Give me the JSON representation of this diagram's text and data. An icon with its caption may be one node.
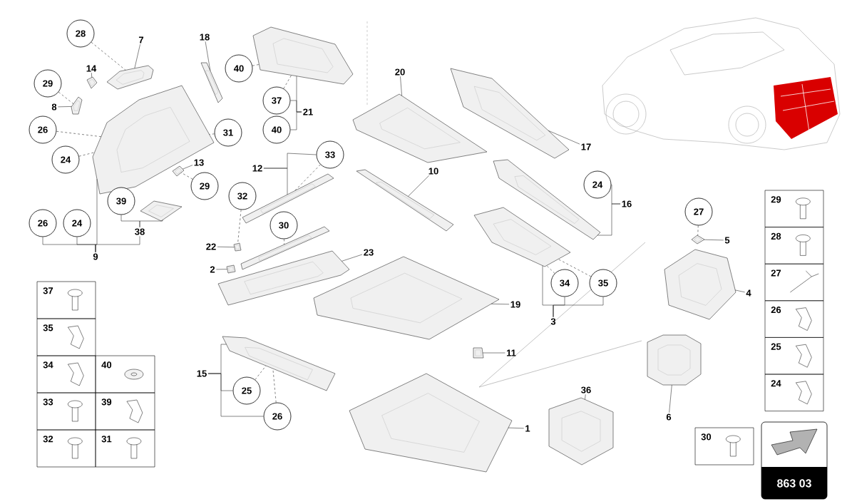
{
  "diagram": {
    "nodes": [
      {
        "text": [
          "28"
        ]
      },
      {
        "text": [
          "7"
        ]
      },
      {
        "text": [
          "14"
        ]
      },
      {
        "text": [
          "29"
        ]
      },
      {
        "text": [
          "8"
        ]
      },
      {
        "text": [
          "26"
        ]
      },
      {
        "text": [
          "24"
        ]
      },
      {
        "text": [
          "18"
        ]
      },
      {
        "text": [
          "40"
        ]
      },
      {
        "text": [
          "37"
        ]
      },
      {
        "text": [
          "40"
        ]
      },
      {
        "text": [
          "21"
        ]
      },
      {
        "text": [
          "31"
        ]
      },
      {
        "text": [
          "13"
        ]
      },
      {
        "text": [
          "29"
        ]
      },
      {
        "text": [
          "39"
        ]
      },
      {
        "text": [
          "38"
        ]
      },
      {
        "text": [
          "26"
        ]
      },
      {
        "text": [
          "24"
        ]
      },
      {
        "text": [
          "9"
        ]
      },
      {
        "text": [
          "20"
        ]
      },
      {
        "text": [
          "17"
        ]
      },
      {
        "text": [
          "33"
        ]
      },
      {
        "text": [
          "12"
        ]
      },
      {
        "text": [
          "10"
        ]
      },
      {
        "text": [
          "24"
        ]
      },
      {
        "text": [
          "16"
        ]
      },
      {
        "text": [
          "32"
        ]
      },
      {
        "text": [
          "30"
        ]
      },
      {
        "text": [
          "22"
        ]
      },
      {
        "text": [
          "2"
        ]
      },
      {
        "text": [
          "23"
        ]
      },
      {
        "text": [
          "27"
        ]
      },
      {
        "text": [
          "5"
        ]
      },
      {
        "text": [
          "34"
        ]
      },
      {
        "text": [
          "35"
        ]
      },
      {
        "text": [
          "3"
        ]
      },
      {
        "text": [
          "4"
        ]
      },
      {
        "text": [
          "19"
        ]
      },
      {
        "text": [
          "11"
        ]
      },
      {
        "text": [
          "15"
        ]
      },
      {
        "text": [
          "25"
        ]
      },
      {
        "text": [
          "26"
        ]
      },
      {
        "text": [
          "36"
        ]
      },
      {
        "text": [
          "6"
        ]
      },
      {
        "text": [
          "1"
        ]
      },
      {
        "text": [],
        "shape": "picture"
      },
      {
        "text": [],
        "shape": "picture"
      },
      {
        "text": [],
        "shape": "picture"
      },
      {
        "text": [],
        "shape": "picture"
      },
      {
        "text": [],
        "shape": "picture"
      },
      {
        "text": [],
        "shape": "picture"
      },
      {
        "text": [],
        "shape": "picture"
      },
      {
        "text": [],
        "shape": "picture"
      },
      {
        "text": [],
        "shape": "picture"
      },
      {
        "text": [],
        "shape": "picture"
      },
      {
        "text": [],
        "shape": "picture"
      },
      {
        "text": [],
        "shape": "picture"
      },
      {
        "text": [],
        "shape": "picture"
      },
      {
        "text": [],
        "shape": "picture"
      },
      {
        "text": [],
        "shape": "picture"
      },
      {
        "text": [],
        "shape": "picture"
      },
      {
        "text": [],
        "shape": "picture"
      },
      {
        "text": [],
        "shape": "picture"
      },
      {
        "text": [],
        "shape": "picture"
      },
      {
        "text": [],
        "shape": "picture"
      },
      {
        "text": [],
        "shape": "picture"
      },
      {
        "text": [],
        "shape": "picture"
      },
      {
        "text": [],
        "shape": "picture"
      },
      {
        "text": [],
        "shape": "picture"
      },
      {
        "text": [],
        "shape": "picture"
      },
      {
        "text": [],
        "shape": "picture"
      }
    ],
    "edges": [
      {
        "from": 0,
        "to": 46,
        "arrow": "none",
        "style": "dashed"
      },
      {
        "from": 1,
        "to": 46,
        "arrow": "none"
      },
      {
        "from": 2,
        "to": 47,
        "arrow": "none"
      },
      {
        "from": 3,
        "to": 48,
        "arrow": "none",
        "style": "dashed"
      },
      {
        "from": 4,
        "to": 48,
        "arrow": "none"
      },
      {
        "from": 5,
        "to": 49,
        "arrow": "none",
        "style": "dashed"
      },
      {
        "from": 6,
        "to": 49,
        "arrow": "none",
        "style": "dashed"
      },
      {
        "from": 7,
        "to": 50,
        "arrow": "none"
      },
      {
        "from": 8,
        "to": 51,
        "arrow": "none",
        "style": "dashed"
      },
      {
        "from": 9,
        "to": 51,
        "arrow": "none",
        "style": "dashed"
      },
      {
        "from": 11,
        "to": 9,
        "arrow": "none"
      },
      {
        "from": 11,
        "to": 10,
        "arrow": "none"
      },
      {
        "from": 11,
        "to": 51,
        "arrow": "none"
      },
      {
        "from": 12,
        "to": 49,
        "arrow": "none",
        "style": "dashed"
      },
      {
        "from": 13,
        "to": 52,
        "arrow": "none"
      },
      {
        "from": 14,
        "to": 52,
        "arrow": "none",
        "style": "dashed"
      },
      {
        "from": 16,
        "to": 15,
        "arrow": "none"
      },
      {
        "from": 16,
        "to": 53,
        "arrow": "none"
      },
      {
        "from": 19,
        "to": 17,
        "arrow": "none"
      },
      {
        "from": 19,
        "to": 18,
        "arrow": "none"
      },
      {
        "from": 19,
        "to": 49,
        "arrow": "none"
      },
      {
        "from": 19,
        "to": 16,
        "arrow": "none"
      },
      {
        "from": 20,
        "to": 54,
        "arrow": "none"
      },
      {
        "from": 21,
        "to": 55,
        "arrow": "none"
      },
      {
        "from": 23,
        "to": 22,
        "arrow": "none"
      },
      {
        "from": 23,
        "to": 56,
        "arrow": "none"
      },
      {
        "from": 22,
        "to": 56,
        "arrow": "none",
        "style": "dashed"
      },
      {
        "from": 24,
        "to": 57,
        "arrow": "none"
      },
      {
        "from": 26,
        "to": 25,
        "arrow": "none"
      },
      {
        "from": 26,
        "to": 58,
        "arrow": "none"
      },
      {
        "from": 27,
        "to": 59,
        "arrow": "none",
        "style": "dashed"
      },
      {
        "from": 28,
        "to": 60,
        "arrow": "none",
        "style": "dashed"
      },
      {
        "from": 29,
        "to": 59,
        "arrow": "none"
      },
      {
        "from": 30,
        "to": 61,
        "arrow": "none"
      },
      {
        "from": 31,
        "to": 62,
        "arrow": "none"
      },
      {
        "from": 32,
        "to": 63,
        "arrow": "none",
        "style": "dashed"
      },
      {
        "from": 33,
        "to": 63,
        "arrow": "none"
      },
      {
        "from": 34,
        "to": 64,
        "arrow": "none",
        "style": "dashed"
      },
      {
        "from": 35,
        "to": 64,
        "arrow": "none",
        "style": "dashed"
      },
      {
        "from": 36,
        "to": 34,
        "arrow": "none"
      },
      {
        "from": 36,
        "to": 35,
        "arrow": "none"
      },
      {
        "from": 36,
        "to": 64,
        "arrow": "none"
      },
      {
        "from": 37,
        "to": 65,
        "arrow": "none"
      },
      {
        "from": 38,
        "to": 66,
        "arrow": "none"
      },
      {
        "from": 39,
        "to": 67,
        "arrow": "none"
      },
      {
        "from": 40,
        "to": 41,
        "arrow": "none"
      },
      {
        "from": 40,
        "to": 42,
        "arrow": "none"
      },
      {
        "from": 40,
        "to": 68,
        "arrow": "none"
      },
      {
        "from": 41,
        "to": 68,
        "arrow": "none",
        "style": "dashed"
      },
      {
        "from": 42,
        "to": 68,
        "arrow": "none",
        "style": "dashed"
      },
      {
        "from": 43,
        "to": 69,
        "arrow": "none"
      },
      {
        "from": 44,
        "to": 70,
        "arrow": "none"
      },
      {
        "from": 45,
        "to": 71,
        "arrow": "none"
      }
    ],
    "labels": [
      "37",
      "35",
      "34",
      "40",
      "33",
      "39",
      "32",
      "31",
      "29",
      "28",
      "27",
      "26",
      "25",
      "24",
      "30",
      "863 03"
    ]
  }
}
